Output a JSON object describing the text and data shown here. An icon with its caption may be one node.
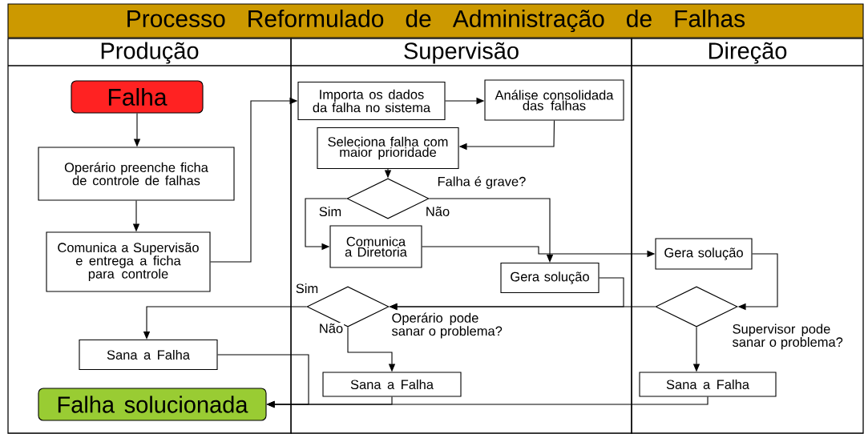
{
  "diagram": {
    "nodes": [
      {
        "text": [
          "Processo Reformulado de Administração de Falhas"
        ]
      },
      {
        "text": [
          "Produção"
        ]
      },
      {
        "text": [
          "Supervisão"
        ]
      },
      {
        "text": [
          "Direção"
        ]
      },
      {
        "text": [
          "Falha"
        ],
        "in": 1
      },
      {
        "text": [
          "Operário preenche ficha de controle de falhas"
        ],
        "in": 1
      },
      {
        "text": [
          "Comunica a Supervisão e entrega a ficha para controle"
        ],
        "in": 1
      },
      {
        "text": [
          "Importa os dados da falha no sistema"
        ],
        "in": 2
      },
      {
        "text": [
          "Análise consolidada das falhas"
        ],
        "in": 2
      },
      {
        "text": [
          "Seleciona falha com maior prioridade"
        ],
        "in": 2
      },
      {
        "text": [],
        "shape": "diamond",
        "in": 2,
        "beside": [
          "Falha é grave?"
        ]
      },
      {
        "text": [
          "Comunica a Diretoria"
        ],
        "in": 2
      },
      {
        "text": [
          "Gera solução"
        ],
        "in": 2
      },
      {
        "text": [],
        "shape": "diamond",
        "in": 2,
        "beside": [
          "Operário pode sanar o problema?"
        ]
      },
      {
        "text": [
          "Sana a Falha"
        ],
        "in": 2
      },
      {
        "text": [
          "Gera solução"
        ],
        "in": 3
      },
      {
        "text": [],
        "shape": "diamond",
        "in": 3,
        "beside": [
          "Supervisor pode sanar o problema?"
        ]
      },
      {
        "text": [
          "Sana a Falha"
        ],
        "in": 3
      },
      {
        "text": [
          "Sana a Falha"
        ],
        "in": 1
      },
      {
        "text": [
          "Falha solucionada"
        ],
        "in": 1
      }
    ],
    "edges": [
      {
        "from": 4,
        "to": 5,
        "arrow": "to"
      },
      {
        "from": 5,
        "to": 6,
        "arrow": "to"
      },
      {
        "from": 6,
        "to": 7,
        "arrow": "to"
      },
      {
        "from": 7,
        "to": 8,
        "arrow": "to"
      },
      {
        "from": 8,
        "to": 9,
        "arrow": "to"
      },
      {
        "from": 9,
        "to": 10,
        "arrow": "to"
      },
      {
        "from": 10,
        "to": 11,
        "arrow": "to",
        "label": "Sim"
      },
      {
        "from": 10,
        "to": 12,
        "arrow": "to",
        "label": "Não"
      },
      {
        "from": 11,
        "to": 15,
        "arrow": "to"
      },
      {
        "from": 12,
        "to": 13,
        "arrow": "to"
      },
      {
        "from": 15,
        "to": 16,
        "arrow": "to"
      },
      {
        "from": 16,
        "to": 13,
        "arrow": "to"
      },
      {
        "from": 16,
        "to": 17,
        "arrow": "to"
      },
      {
        "from": 13,
        "to": 18,
        "arrow": "to",
        "label": "Sim"
      },
      {
        "from": 13,
        "to": 14,
        "arrow": "to",
        "label": "Não"
      },
      {
        "from": 18,
        "to": 19,
        "arrow": "to"
      },
      {
        "from": 14,
        "to": 19,
        "arrow": "to"
      },
      {
        "from": 17,
        "to": 19,
        "arrow": "to"
      }
    ]
  }
}
